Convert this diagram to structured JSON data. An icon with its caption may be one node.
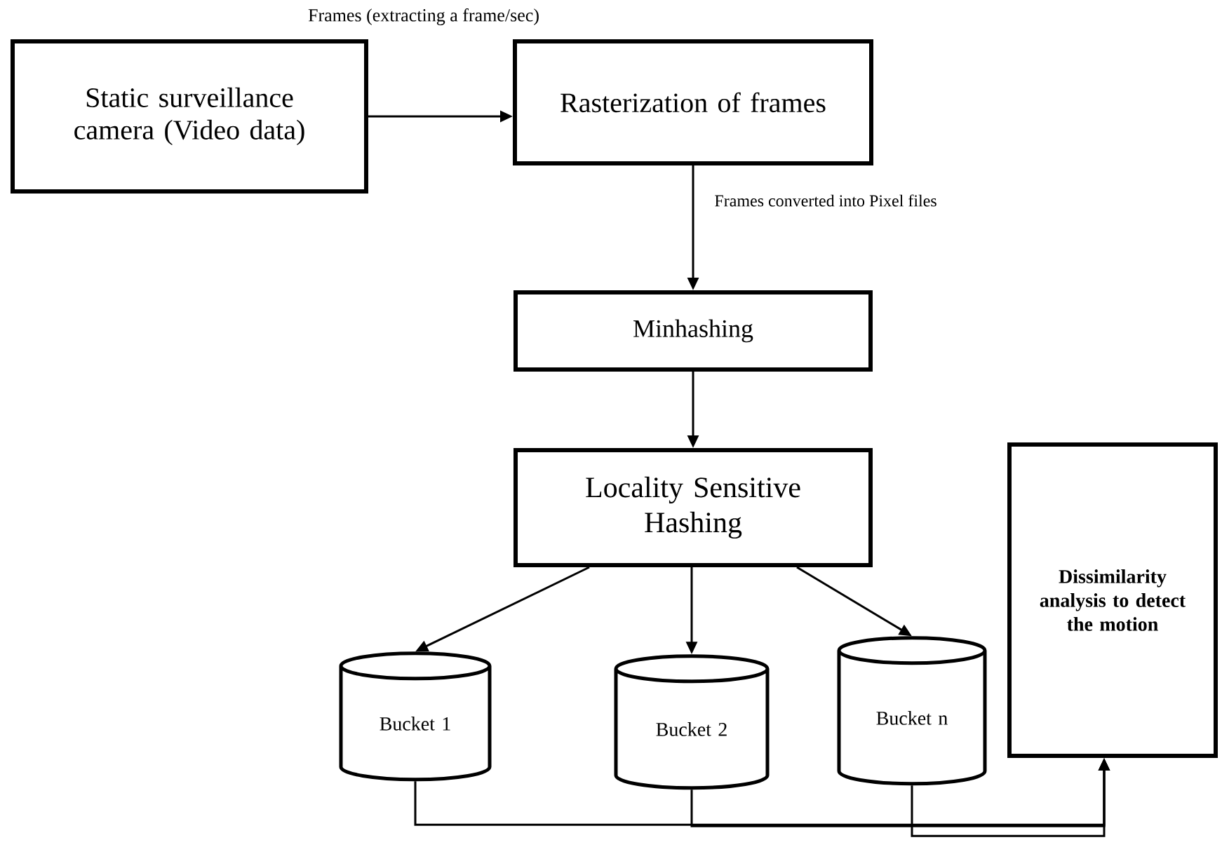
{
  "diagram": {
    "nodes": [
      {
        "text": [
          "Static surveillance camera (Video data)"
        ]
      },
      {
        "text": [
          "Rasterization of frames"
        ]
      },
      {
        "text": [
          "Minhashing"
        ]
      },
      {
        "text": [
          "Locality Sensitive Hashing"
        ]
      },
      {
        "text": [
          "Bucket 1"
        ]
      },
      {
        "text": [
          "Bucket 2"
        ]
      },
      {
        "text": [
          "Bucket n"
        ]
      },
      {
        "text": [
          "Dissimilarity analysis to detect the motion"
        ]
      }
    ],
    "edges": [
      {
        "from": 0,
        "to": 1,
        "arrow": "to",
        "label": "Frames (extracting a frame/sec)"
      },
      {
        "from": 1,
        "to": 2,
        "arrow": "to",
        "label": "Frames converted into Pixel files"
      },
      {
        "from": 2,
        "to": 3,
        "arrow": "to"
      },
      {
        "from": 3,
        "to": 4,
        "arrow": "to"
      },
      {
        "from": 3,
        "to": 5,
        "arrow": "to"
      },
      {
        "from": 3,
        "to": 6,
        "arrow": "to"
      },
      {
        "from": 4,
        "to": 7,
        "arrow": "to"
      },
      {
        "from": 5,
        "to": 7,
        "arrow": "to"
      },
      {
        "from": 6,
        "to": 7,
        "arrow": "to"
      }
    ]
  }
}
